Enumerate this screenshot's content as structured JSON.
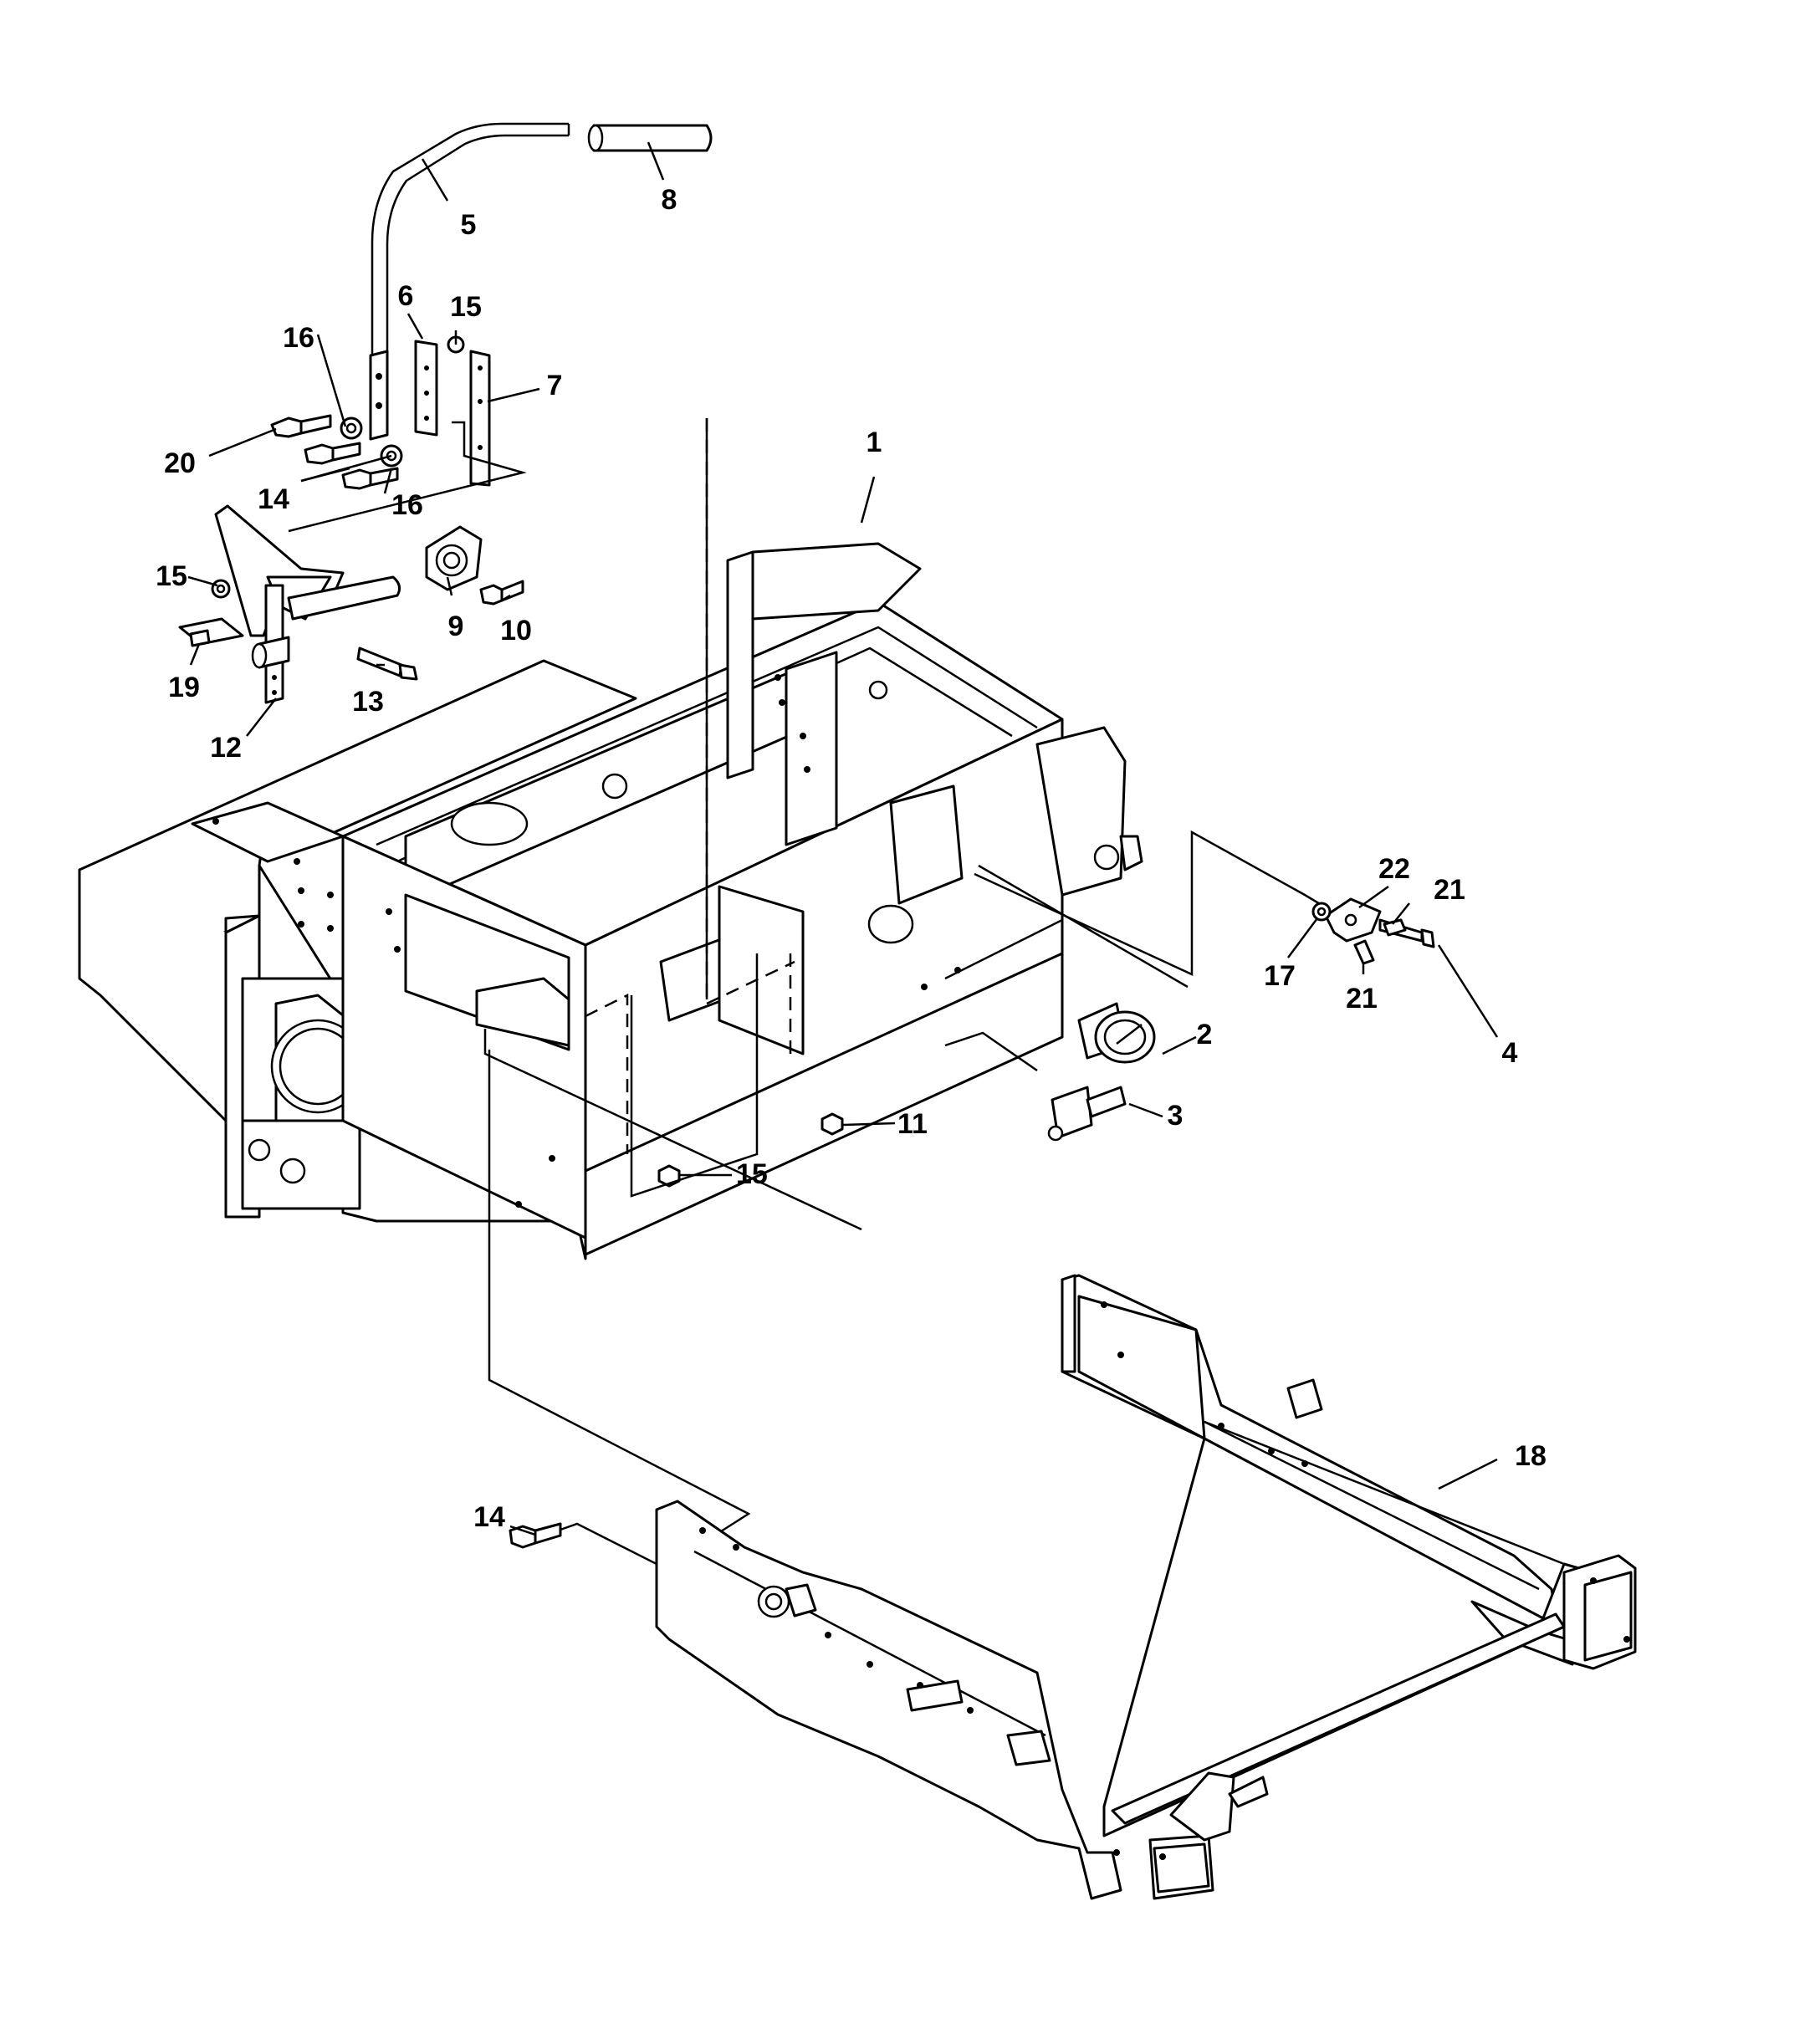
{
  "diagram": {
    "callouts": [
      {
        "id": "c1",
        "text": "1"
      },
      {
        "id": "c2",
        "text": "2"
      },
      {
        "id": "c3",
        "text": "3"
      },
      {
        "id": "c4",
        "text": "4"
      },
      {
        "id": "c5",
        "text": "5"
      },
      {
        "id": "c6",
        "text": "6"
      },
      {
        "id": "c7",
        "text": "7"
      },
      {
        "id": "c8",
        "text": "8"
      },
      {
        "id": "c9",
        "text": "9"
      },
      {
        "id": "c10",
        "text": "10"
      },
      {
        "id": "c11",
        "text": "11"
      },
      {
        "id": "c12",
        "text": "12"
      },
      {
        "id": "c13",
        "text": "13"
      },
      {
        "id": "c14a",
        "text": "14"
      },
      {
        "id": "c14b",
        "text": "14"
      },
      {
        "id": "c15a",
        "text": "15"
      },
      {
        "id": "c15b",
        "text": "15"
      },
      {
        "id": "c15c",
        "text": "15"
      },
      {
        "id": "c16a",
        "text": "16"
      },
      {
        "id": "c16b",
        "text": "16"
      },
      {
        "id": "c17",
        "text": "17"
      },
      {
        "id": "c18",
        "text": "18"
      },
      {
        "id": "c19",
        "text": "19"
      },
      {
        "id": "c20",
        "text": "20"
      },
      {
        "id": "c21a",
        "text": "21"
      },
      {
        "id": "c21b",
        "text": "21"
      },
      {
        "id": "c22",
        "text": "22"
      }
    ]
  }
}
